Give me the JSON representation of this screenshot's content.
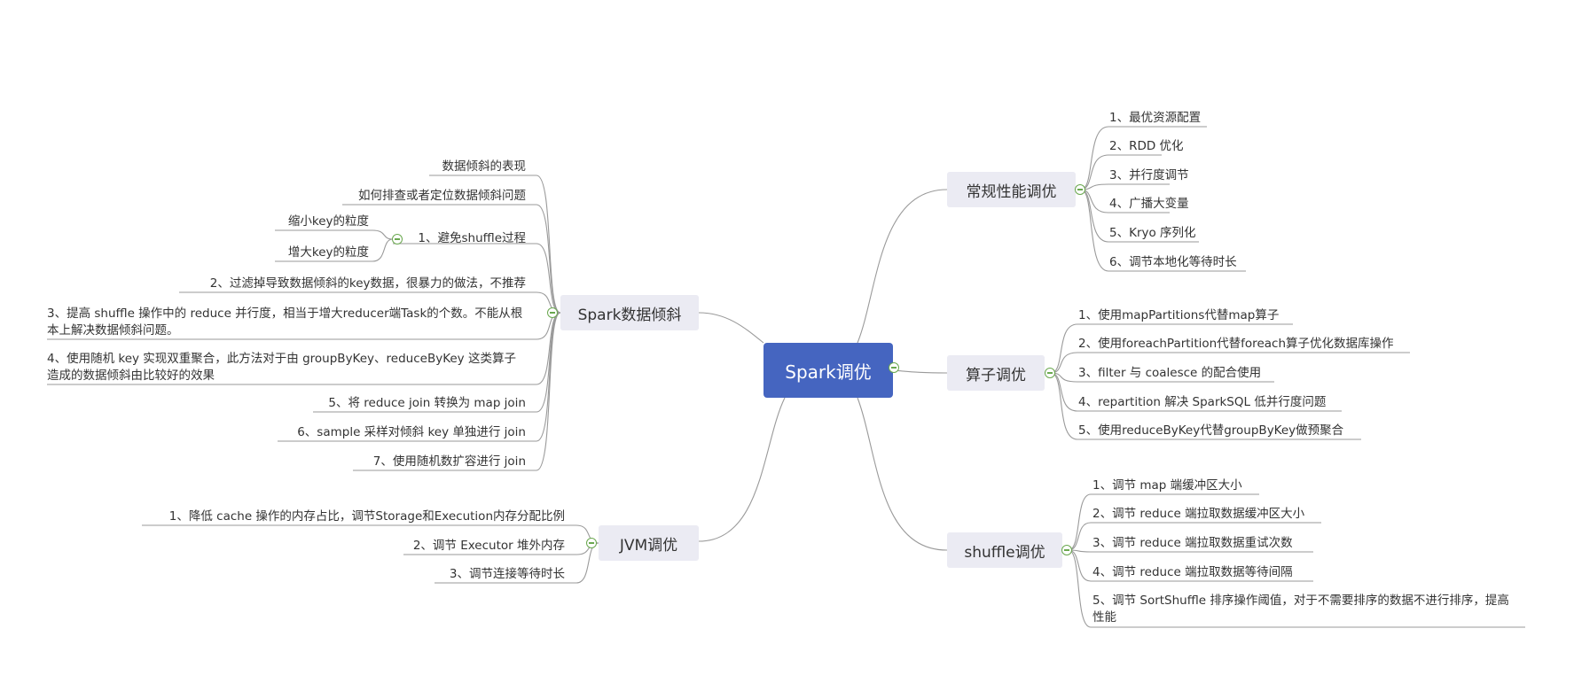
{
  "root": {
    "label": "Spark调优"
  },
  "branches": {
    "general": {
      "label": "常规性能调优",
      "items": [
        "1、最优资源配置",
        "2、RDD 优化",
        "3、并行度调节",
        "4、广播大变量",
        "5、Kryo 序列化",
        "6、调节本地化等待时长"
      ]
    },
    "operator": {
      "label": "算子调优",
      "items": [
        "1、使用mapPartitions代替map算子",
        "2、使用foreachPartition代替foreach算子优化数据库操作",
        "3、filter 与 coalesce 的配合使用",
        "4、repartition 解决 SparkSQL 低并行度问题",
        "5、使用reduceByKey代替groupByKey做预聚合"
      ]
    },
    "shuffle": {
      "label": "shuffle调优",
      "items": [
        "1、调节 map 端缓冲区大小",
        "2、调节 reduce 端拉取数据缓冲区大小",
        "3、调节 reduce 端拉取数据重试次数",
        "4、调节 reduce 端拉取数据等待间隔",
        "5、调节 SortShuffle 排序操作阈值，对于不需要排序的数据不进行排序，提高性能"
      ]
    },
    "skew": {
      "label": "Spark数据倾斜",
      "items": [
        "数据倾斜的表现",
        "如何排查或者定位数据倾斜问题",
        "1、避免shuffle过程",
        "2、过滤掉导致数据倾斜的key数据，很暴力的做法，不推荐",
        "3、提高 shuffle 操作中的 reduce 并行度，相当于增大reducer端Task的个数。不能从根本上解决数据倾斜问题。",
        "4、使用随机 key 实现双重聚合，此方法对于由 groupByKey、reduceByKey 这类算子造成的数据倾斜由比较好的效果",
        "5、将 reduce join 转换为 map join",
        "6、sample 采样对倾斜 key 单独进行 join",
        "7、使用随机数扩容进行 join"
      ],
      "sub_items": [
        "缩小key的粒度",
        "增大key的粒度"
      ]
    },
    "jvm": {
      "label": "JVM调优",
      "items": [
        "1、降低 cache 操作的内存占比，调节Storage和Execution内存分配比例",
        "2、调节 Executor 堆外内存",
        "3、调节连接等待时长"
      ]
    }
  },
  "colors": {
    "root": "#4565c0",
    "branch_bg": "#ebebf3",
    "line": "#999999",
    "toggle": "#6aa84f"
  }
}
